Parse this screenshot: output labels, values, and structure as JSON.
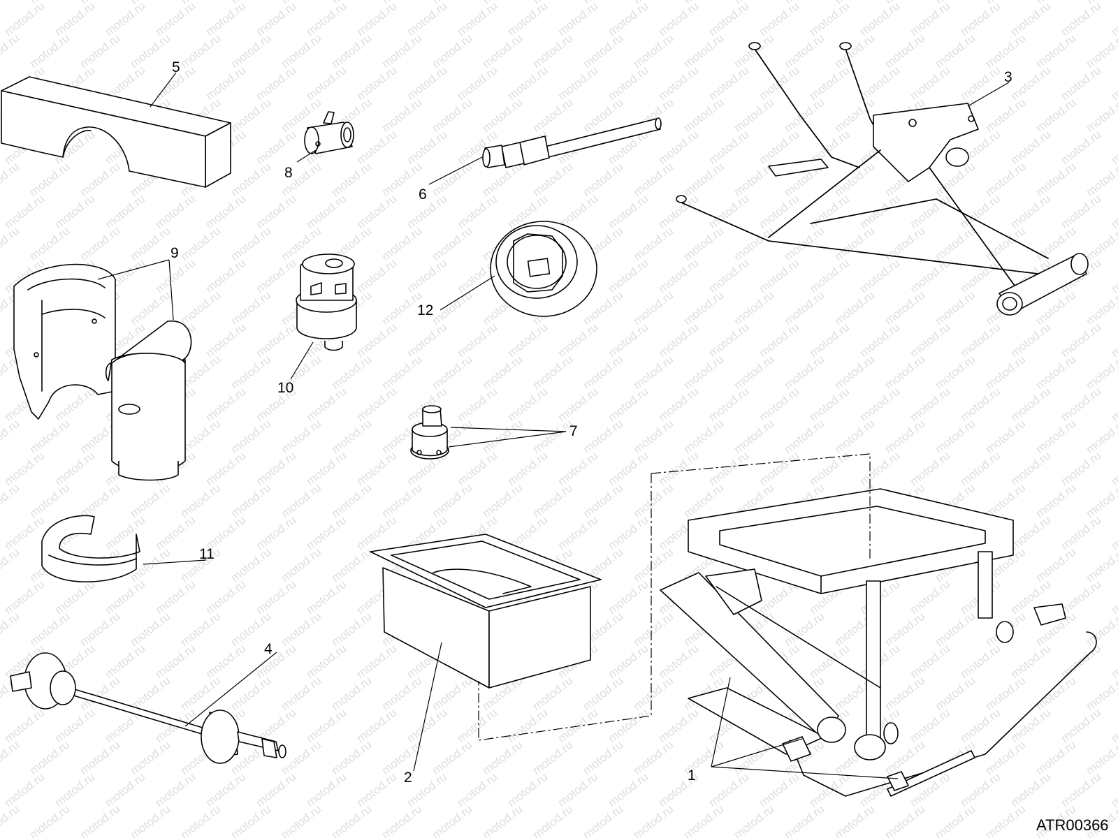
{
  "watermark": {
    "text": "motod.ru",
    "color": "#dedede"
  },
  "drawing_code": "ATR00366",
  "callouts": {
    "n1": "1",
    "n2": "2",
    "n3": "3",
    "n4": "4",
    "n5": "5",
    "n6": "6",
    "n7": "7",
    "n8": "8",
    "n9": "9",
    "n10": "10",
    "n11": "11",
    "n12": "12"
  }
}
